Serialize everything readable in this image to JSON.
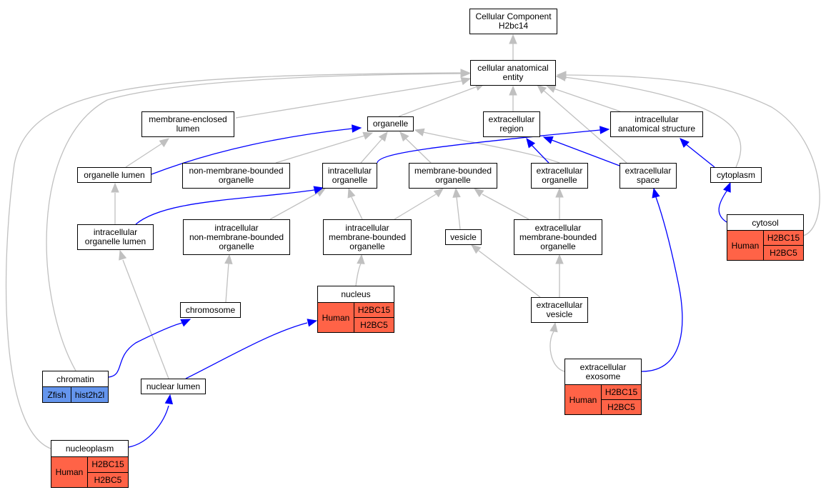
{
  "colors": {
    "edge_gray": "#c0c0c0",
    "edge_blue": "#0000ff",
    "human": "#ff6347",
    "zfish": "#6495ed"
  },
  "terms": {
    "root": "Cellular Component\nH2bc14",
    "cae": "cellular anatomical\nentity",
    "mel": "membrane-enclosed\nlumen",
    "org": "organelle",
    "exr": "extracellular\nregion",
    "ias": "intracellular\nanatomical structure",
    "orgl": "organelle lumen",
    "nmbo": "non-membrane-bounded\norganelle",
    "io": "intracellular\norganelle",
    "mbo": "membrane-bounded\norganelle",
    "exo": "extracellular\norganelle",
    "exs": "extracellular\nspace",
    "cyt": "cytoplasm",
    "iol": "intracellular\norganelle lumen",
    "inmbo": "intracellular\nnon-membrane-bounded\norganelle",
    "imbo": "intracellular\nmembrane-bounded\norganelle",
    "ves": "vesicle",
    "embo": "extracellular\nmembrane-bounded\norganelle",
    "chrs": "chromosome",
    "exv": "extracellular\nvesicle",
    "nl": "nuclear lumen"
  },
  "annotations": {
    "cytosol": {
      "title": "cytosol",
      "species": "Human",
      "genes": [
        "H2BC15",
        "H2BC5"
      ]
    },
    "nucleus": {
      "title": "nucleus",
      "species": "Human",
      "genes": [
        "H2BC15",
        "H2BC5"
      ]
    },
    "exosome": {
      "title": "extracellular\nexosome",
      "species": "Human",
      "genes": [
        "H2BC15",
        "H2BC5"
      ]
    },
    "nucleoplasm": {
      "title": "nucleoplasm",
      "species": "Human",
      "genes": [
        "H2BC15",
        "H2BC5"
      ]
    },
    "chromatin": {
      "title": "chromatin",
      "species": "Zfish",
      "genes": [
        "hist2h2l"
      ]
    }
  }
}
